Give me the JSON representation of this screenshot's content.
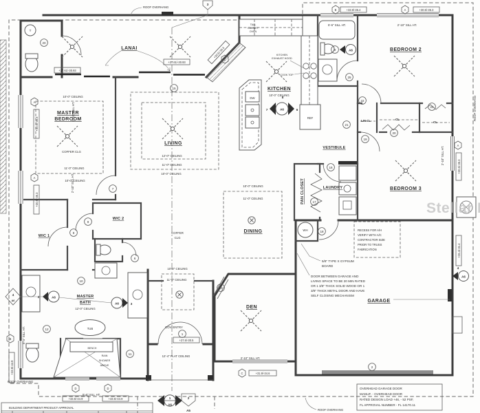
{
  "watermark": "Stellar MLS",
  "rooms": {
    "lanai": "LANAI",
    "master_bedroom": [
      "MASTER",
      "BEDROOM"
    ],
    "living": "LIVING",
    "kitchen": "KITCHEN",
    "dining": "DINING",
    "vestibule": "VESTIBULE",
    "bedroom2": "BEDROOM 2",
    "bedroom3": "BEDROOM 3",
    "wic1": "WIC 1",
    "wic2": "WIC 2",
    "master_bath": [
      "MASTER",
      "BATH"
    ],
    "den": "DEN",
    "garage": "GARAGE",
    "laundry": "LAUNDRY",
    "pan_closet": "PAN CLOSET",
    "lin_cl": "LIN CL",
    "cl": "CL",
    "cov_entry": "COV. ENTRY"
  },
  "ceilings": {
    "c10": "10'-0\" CEILING",
    "c11": "11'-0\" CEILING",
    "c12": "12'-0\" CEILING",
    "flat124": "12'-4\" FLAT CEILING",
    "coffer_clg": "COFFER CLG",
    "coffer": "COFFER",
    "clg": "CLG"
  },
  "sills": {
    "s210": "2'-10\" SILL HT.",
    "s56": "5'-6\" SILL HT.",
    "s54": "5'-4\" SILL HT."
  },
  "fixtures": {
    "tub": "TUB",
    "bench": "BENCH",
    "rain_shower": [
      "RAIN",
      "SHOWER",
      "ABOVE"
    ],
    "wh": "WH",
    "dw": "DW",
    "ref": "REF",
    "tall_cabinet": [
      "TALL",
      "CABINET",
      "OVEN"
    ],
    "exhaust_hood": [
      "KITCHEN",
      "EXHAUST HOOD"
    ],
    "cook_top": "COOK TOP",
    "t": "T"
  },
  "tags": {
    "d2761_3093": "+27.61/-30.93",
    "d305_363": "+30.5/-36.3",
    "d339_364": "+33.9/-36.4",
    "d335_449": "+33.5/-44.9",
    "d339_449": "+33.9/-44.9",
    "d319_346": "+31.9/-34.6",
    "d276_305": "+27.6/-30.5",
    "d264_314": "+26.4/-31.4"
  },
  "hex": {
    "a": "A",
    "b": "B",
    "c": "C",
    "d": "D"
  },
  "sections": {
    "a6": "A6",
    "a5": "A5",
    "m1": "1",
    "m2": "2",
    "m3": "3",
    "m4": "4",
    "m6": "6",
    "m7": "7",
    "m8": "8"
  },
  "keynotes": {
    "k1": "1",
    "k2": "2",
    "k6": "6",
    "k7": "7",
    "k8": "8",
    "k9": "9",
    "k10": "10",
    "k11": "11",
    "k12": "12",
    "k13": "13",
    "k15": "15",
    "k16": "16",
    "k17": "17",
    "k18": "18",
    "k19": "19",
    "k20": "20",
    "k21": "21",
    "k22": "22",
    "k24": "24",
    "k25": "25"
  },
  "notes": {
    "roof_overhang": "ROOF OVERHANG",
    "recess": [
      "RECESS FOR A/H",
      "VERIFY WITH A/C",
      "CONTRACTOR SIZE",
      "PRIOR TO TRUSS",
      "FABRICATION"
    ],
    "gypsum": [
      "5/8\" TYPE X GYPSUM",
      "BOARD"
    ],
    "garage_door": [
      "DOOR BETWEEN GARAGE AND",
      "LIVING SPACE TO BE 20 MIN RATED",
      "OR 1 3/8\" THICK SOLID WOOD OR 1",
      "3/8\" THICK METAL DOOR AND HAVE",
      "SELF CLOSING MECHANISM"
    ],
    "overhead_door": [
      "OVERHEAD GARAGE DOOR",
      "MANUF. -   OVERHEAD DOOR",
      "RATED DESIGN LOAD +46, - 52 PSF,",
      "FL APPROVAL NUMBER - FL 14170.11"
    ],
    "approval": "BUILDING DEPARTMENT PRODUCT APPROVAL"
  }
}
